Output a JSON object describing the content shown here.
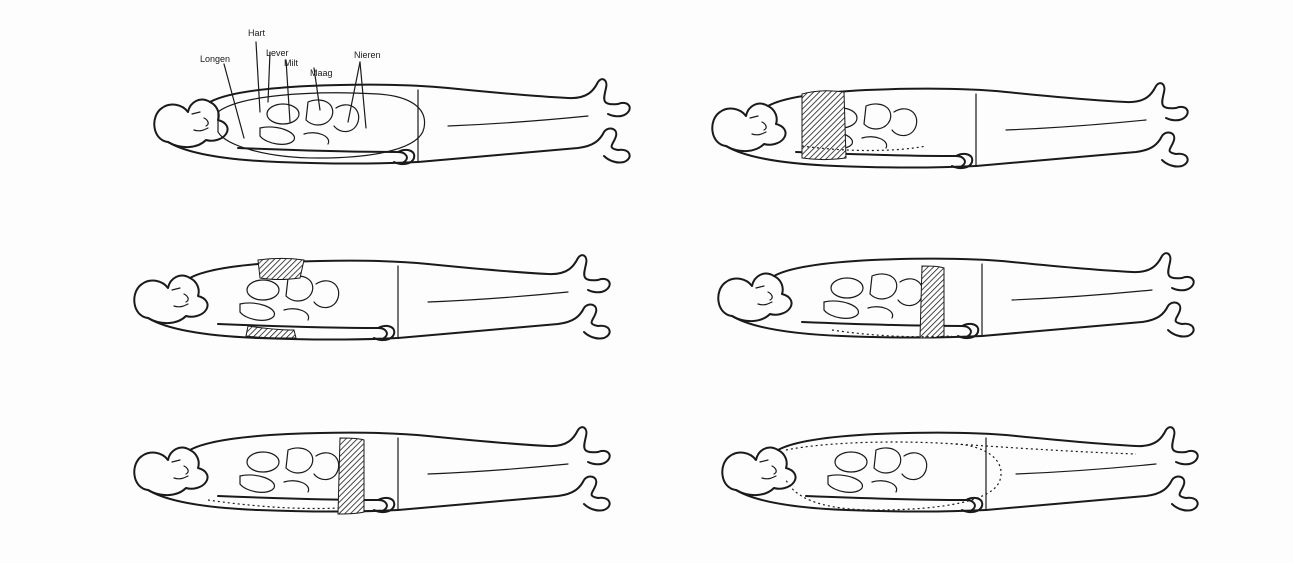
{
  "figure": {
    "cropped_caption_text": "",
    "organ_labels": {
      "hart": "Hart",
      "longen": "Longen",
      "lever": "Lever",
      "milt": "Milt",
      "maag": "Maag",
      "nieren": "Nieren"
    },
    "panel_count": 6,
    "paper_color": "#fdfdfd",
    "ink_color": "#1a1a1a"
  }
}
